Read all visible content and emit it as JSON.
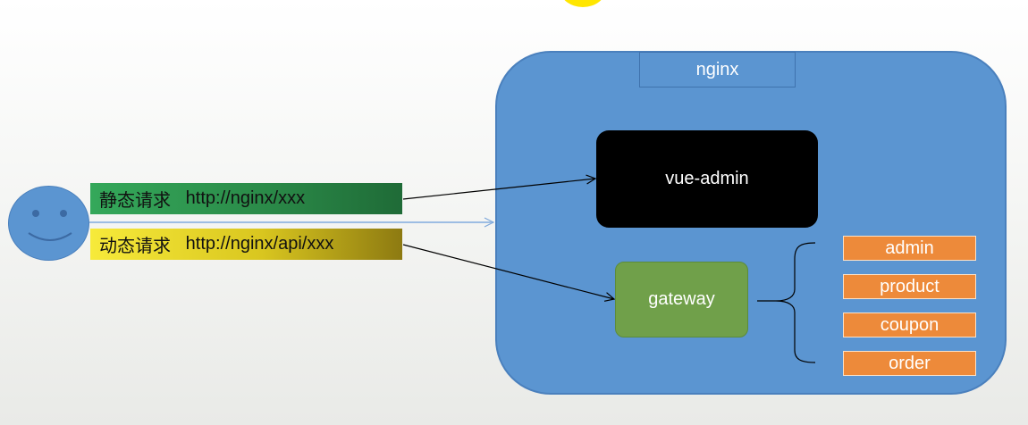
{
  "nodes": {
    "nginx": "nginx",
    "vue_admin": "vue-admin",
    "gateway": "gateway"
  },
  "services": [
    "admin",
    "product",
    "coupon",
    "order"
  ],
  "requests": {
    "static": {
      "type": "静态请求",
      "url": "http://nginx/xxx"
    },
    "dynamic": {
      "type": "动态请求",
      "url": "http://nginx/api/xxx"
    }
  },
  "colors": {
    "cloud": "#5b95d1",
    "vue_admin": "#000000",
    "gateway": "#70a04a",
    "service": "#ed8a3a",
    "static_label": "#2b8b49",
    "dynamic_label": "#d9c61f"
  }
}
